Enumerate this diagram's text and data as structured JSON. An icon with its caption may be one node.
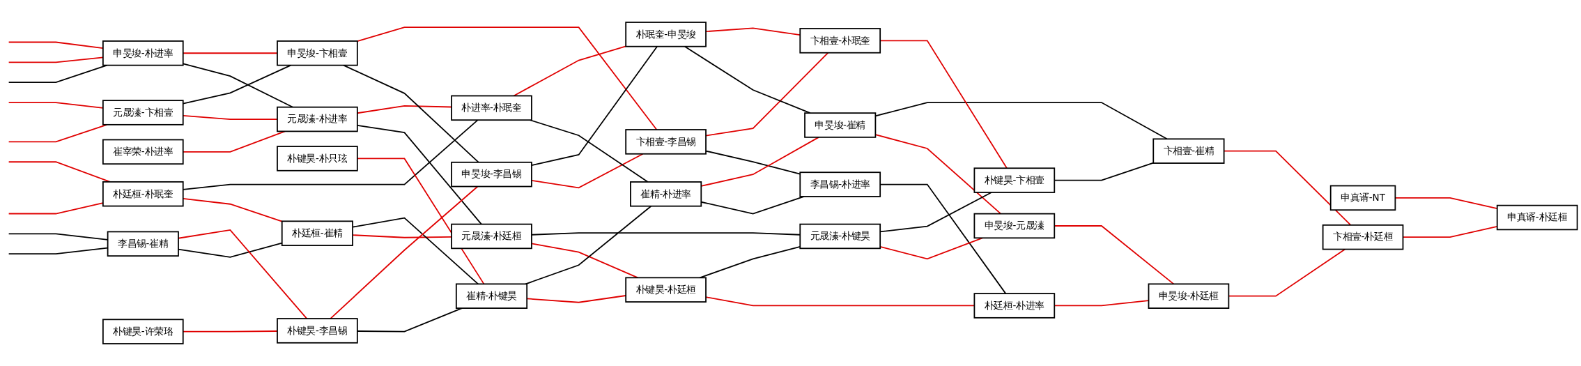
{
  "diagram": {
    "nodes": [
      {
        "text": [
          "朴廷桓-朴珉奎"
        ]
      },
      {
        "text": [
          "李昌锡-崔精"
        ]
      },
      {
        "text": [
          "崔宰荣-朴进率"
        ]
      },
      {
        "text": [
          "元晟溱-卞相壹"
        ]
      },
      {
        "text": [
          "申旻埈-朴进率"
        ]
      },
      {
        "text": [
          "朴键昊-许荣珞"
        ]
      },
      {
        "text": [
          "朴廷桓-崔精"
        ]
      },
      {
        "text": [
          "元晟溱-朴进率"
        ]
      },
      {
        "text": [
          "朴键昊-朴只玹"
        ]
      },
      {
        "text": [
          "申旻埈-卞相壹"
        ]
      },
      {
        "text": [
          "朴键昊-李昌锡"
        ]
      },
      {
        "text": [
          "元晟溱-朴廷桓"
        ]
      },
      {
        "text": [
          "崔精-朴键昊"
        ]
      },
      {
        "text": [
          "申旻埈-李昌锡"
        ]
      },
      {
        "text": [
          "朴进率-朴珉奎"
        ]
      },
      {
        "text": [
          "朴键昊-朴廷桓"
        ]
      },
      {
        "text": [
          "卞相壹-李昌锡"
        ]
      },
      {
        "text": [
          "崔精-朴进率"
        ]
      },
      {
        "text": [
          "朴珉奎-申旻埈"
        ]
      },
      {
        "text": [
          "李昌锡-朴进率"
        ]
      },
      {
        "text": [
          "申旻埈-崔精"
        ]
      },
      {
        "text": [
          "元晟溱-朴键昊"
        ]
      },
      {
        "text": [
          "卞相壹-朴珉奎"
        ]
      },
      {
        "text": [
          "朴廷桓-朴进率"
        ]
      },
      {
        "text": [
          "申旻埈-元晟溱"
        ]
      },
      {
        "text": [
          "朴键昊-卞相壹"
        ]
      },
      {
        "text": [
          "申旻埈-朴廷桓"
        ]
      },
      {
        "text": [
          "卞相壹-崔精"
        ]
      },
      {
        "text": [
          "申真谞-NT"
        ]
      },
      {
        "text": [
          "卞相壹-朴廷桓"
        ]
      },
      {
        "text": [
          "申真谞-朴廷桓"
        ]
      }
    ],
    "edges": [
      {
        "from": null,
        "to": 0,
        "arrow": "none"
      },
      {
        "from": null,
        "to": 0,
        "arrow": "none"
      },
      {
        "from": null,
        "to": 1,
        "arrow": "none",
        "color": "#000000"
      },
      {
        "from": null,
        "to": 1,
        "arrow": "none",
        "color": "#000000"
      },
      {
        "from": null,
        "to": 3,
        "arrow": "none"
      },
      {
        "from": null,
        "to": 3,
        "arrow": "none"
      },
      {
        "from": null,
        "to": 4,
        "arrow": "none",
        "color": "#000000"
      },
      {
        "from": null,
        "to": 4,
        "arrow": "none"
      },
      {
        "from": null,
        "to": 4,
        "arrow": "none"
      },
      {
        "from": 0,
        "to": 6,
        "arrow": "none"
      },
      {
        "from": 0,
        "to": 14,
        "arrow": "none",
        "color": "#000000"
      },
      {
        "from": 1,
        "to": 6,
        "arrow": "none",
        "color": "#000000"
      },
      {
        "from": 1,
        "to": 10,
        "arrow": "none"
      },
      {
        "from": 2,
        "to": 7,
        "arrow": "none"
      },
      {
        "from": 3,
        "to": 7,
        "arrow": "none"
      },
      {
        "from": 3,
        "to": 9,
        "arrow": "none",
        "color": "#000000"
      },
      {
        "from": 4,
        "to": 7,
        "arrow": "none",
        "color": "#000000"
      },
      {
        "from": 4,
        "to": 9,
        "arrow": "none"
      },
      {
        "from": 5,
        "to": 10,
        "arrow": "none"
      },
      {
        "from": 6,
        "to": 11,
        "arrow": "none"
      },
      {
        "from": 6,
        "to": 12,
        "arrow": "none",
        "color": "#000000"
      },
      {
        "from": 7,
        "to": 11,
        "arrow": "none",
        "color": "#000000"
      },
      {
        "from": 7,
        "to": 14,
        "arrow": "none"
      },
      {
        "from": 8,
        "to": 12,
        "arrow": "none"
      },
      {
        "from": 9,
        "to": 13,
        "arrow": "none",
        "color": "#000000"
      },
      {
        "from": 9,
        "to": 16,
        "arrow": "none"
      },
      {
        "from": 10,
        "to": 12,
        "arrow": "none",
        "color": "#000000"
      },
      {
        "from": 10,
        "to": 13,
        "arrow": "none"
      },
      {
        "from": 11,
        "to": 15,
        "arrow": "none"
      },
      {
        "from": 11,
        "to": 21,
        "arrow": "none",
        "color": "#000000"
      },
      {
        "from": 12,
        "to": 15,
        "arrow": "none"
      },
      {
        "from": 12,
        "to": 17,
        "arrow": "none",
        "color": "#000000"
      },
      {
        "from": 13,
        "to": 16,
        "arrow": "none"
      },
      {
        "from": 13,
        "to": 18,
        "arrow": "none",
        "color": "#000000"
      },
      {
        "from": 14,
        "to": 17,
        "arrow": "none",
        "color": "#000000"
      },
      {
        "from": 14,
        "to": 18,
        "arrow": "none"
      },
      {
        "from": 15,
        "to": 23,
        "arrow": "none"
      },
      {
        "from": 15,
        "to": 21,
        "arrow": "none",
        "color": "#000000"
      },
      {
        "from": 16,
        "to": 19,
        "arrow": "none",
        "color": "#000000"
      },
      {
        "from": 16,
        "to": 22,
        "arrow": "none"
      },
      {
        "from": 17,
        "to": 19,
        "arrow": "none",
        "color": "#000000"
      },
      {
        "from": 17,
        "to": 20,
        "arrow": "none"
      },
      {
        "from": 18,
        "to": 20,
        "arrow": "none",
        "color": "#000000"
      },
      {
        "from": 18,
        "to": 22,
        "arrow": "none"
      },
      {
        "from": 19,
        "to": 23,
        "arrow": "none",
        "color": "#000000"
      },
      {
        "from": 20,
        "to": 24,
        "arrow": "none"
      },
      {
        "from": 20,
        "to": 27,
        "arrow": "none",
        "color": "#000000"
      },
      {
        "from": 21,
        "to": 24,
        "arrow": "none"
      },
      {
        "from": 21,
        "to": 25,
        "arrow": "none",
        "color": "#000000"
      },
      {
        "from": 22,
        "to": 25,
        "arrow": "none"
      },
      {
        "from": 23,
        "to": 26,
        "arrow": "none"
      },
      {
        "from": 24,
        "to": 26,
        "arrow": "none"
      },
      {
        "from": 25,
        "to": 27,
        "arrow": "none",
        "color": "#000000"
      },
      {
        "from": 26,
        "to": 29,
        "arrow": "none"
      },
      {
        "from": 27,
        "to": 29,
        "arrow": "none"
      },
      {
        "from": 29,
        "to": 30,
        "arrow": "none"
      },
      {
        "from": 28,
        "to": 30,
        "arrow": "none"
      }
    ]
  }
}
